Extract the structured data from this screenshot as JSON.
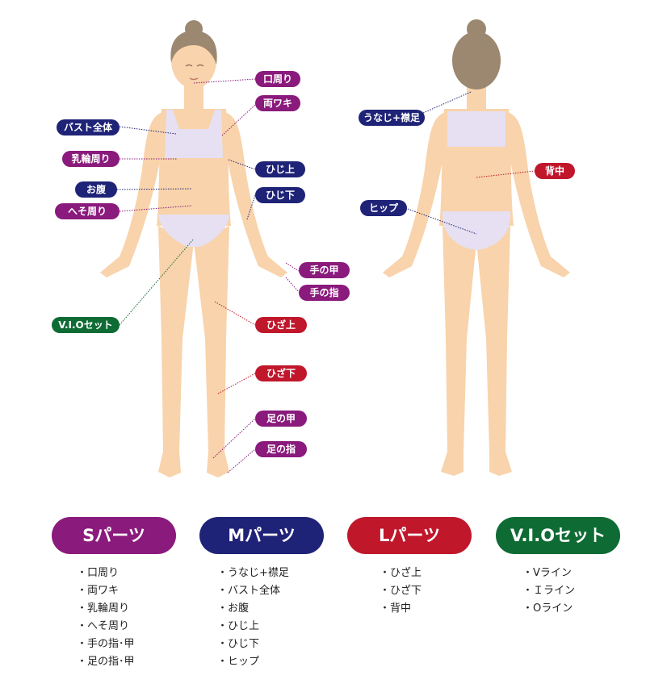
{
  "labels": {
    "mouth": "口周り",
    "underarms": "両ワキ",
    "bust": "バスト全体",
    "areola": "乳輪周り",
    "elbow_up": "ひじ上",
    "belly": "お腹",
    "elbow_down": "ひじ下",
    "navel": "へそ周り",
    "hand_back": "手の甲",
    "fingers": "手の指",
    "vio": "V.I.Oセット",
    "knee_up": "ひざ上",
    "knee_down": "ひざ下",
    "foot_back": "足の甲",
    "toes": "足の指",
    "nape": "うなじ+襟足",
    "back": "背中",
    "hip": "ヒップ"
  },
  "categories": [
    {
      "title": "Sパーツ",
      "color": "#8a1a7c",
      "items": [
        "・口周り",
        "・両ワキ",
        "・乳輪周り",
        "・へそ周り",
        "・手の指･甲",
        "・足の指･甲"
      ]
    },
    {
      "title": "Mパーツ",
      "color": "#1f2377",
      "items": [
        "・うなじ+襟足",
        "・バスト全体",
        "・お腹",
        "・ひじ上",
        "・ひじ下",
        "・ヒップ"
      ]
    },
    {
      "title": "Lパーツ",
      "color": "#c0172b",
      "items": [
        "・ひざ上",
        "・ひざ下",
        "・背中"
      ]
    },
    {
      "title": "V.I.Oセット",
      "color": "#0f6b34",
      "items": [
        "・Vライン",
        "・Ｉライン",
        "・Oライン"
      ]
    }
  ],
  "colors": {
    "skin": "#f8d3ab",
    "hair": "#9c8770",
    "underwear": "#e6e0f2",
    "s_parts": "#8a1a7c",
    "m_parts": "#1f2377",
    "l_parts": "#c0172b",
    "vio": "#0f6b34"
  }
}
